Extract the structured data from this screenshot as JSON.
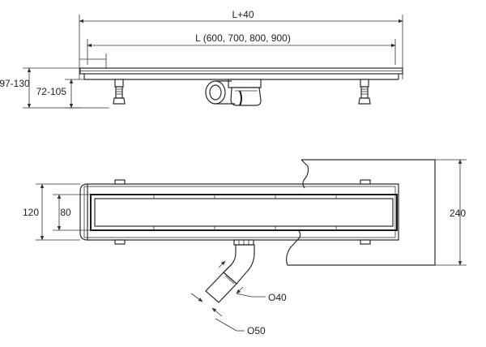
{
  "labels": {
    "overall_length": "L+40",
    "channel_length": "L (600, 700, 800, 900)",
    "height_total": "97-130",
    "height_adjust": "72-105",
    "width_outer": "120",
    "width_inner": "80",
    "wall_depth": "240",
    "outlet_small": "O40",
    "outlet_large": "O50"
  }
}
